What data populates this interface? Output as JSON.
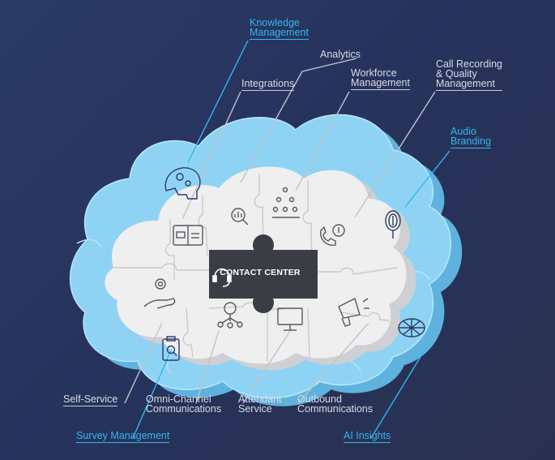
{
  "center": {
    "label": "CONTACT CENTER"
  },
  "labels": {
    "knowledge_management": "Knowledge\nManagement",
    "analytics": "Analytics",
    "integrations": "Integrations",
    "workforce_management": "Workforce\nManagement",
    "call_recording": "Call Recording\n& Quality\nManagement",
    "audio_branding": "Audio\nBranding",
    "self_service": "Self-Service",
    "omni_channel": "Omni-Channel\nCommunications",
    "attendant_service": "Attendant\nService",
    "outbound_communications": "Outbound\nCommunications",
    "survey_management": "Survey Management",
    "ai_insights": "AI Insights"
  },
  "colors": {
    "background": "#27345e",
    "outer_cloud": "#8fd3f4",
    "outer_cloud_side": "#5fb2de",
    "inner_cloud": "#efefef",
    "inner_cloud_side": "#cfd0d3",
    "center_piece": "#3a3d44",
    "accent_blue": "#33b6ee",
    "label_gray": "#d7dbe3"
  }
}
